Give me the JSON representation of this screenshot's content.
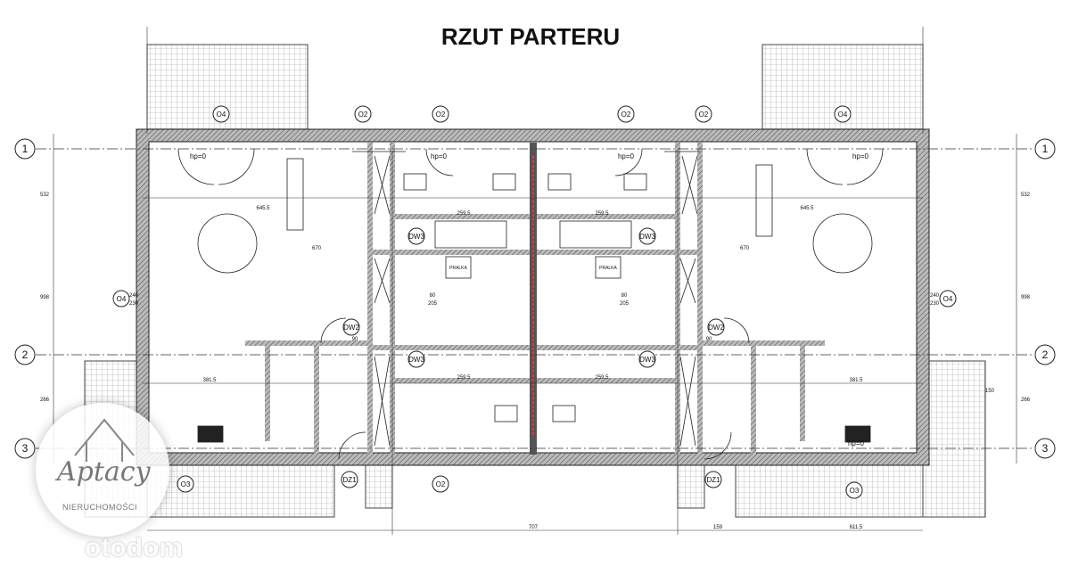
{
  "title": "RZUT PARTERU",
  "axes": {
    "a1": "1",
    "a2": "2",
    "a3": "3"
  },
  "tags": {
    "o4": "O4",
    "o2": "O2",
    "o3": "O3",
    "dw3": "DW3",
    "dw2": "DW2",
    "dz1": "DZ1",
    "hp": "hp=0",
    "pralka": "PRALKA"
  },
  "dims": {
    "d645": "645.5",
    "d259": "259.5",
    "d381": "381.5",
    "d230": "230",
    "d240": "240",
    "d80": "80",
    "d205": "205",
    "d90": "90",
    "d707": "707",
    "d611": "611.5",
    "d159": "159",
    "d998": "998",
    "d266": "266",
    "d532": "532",
    "d150": "150",
    "d670": "670"
  },
  "logo": {
    "script": "Aptacy",
    "sub": "NIERUCHOMOŚCI"
  },
  "watermark": "otodom"
}
